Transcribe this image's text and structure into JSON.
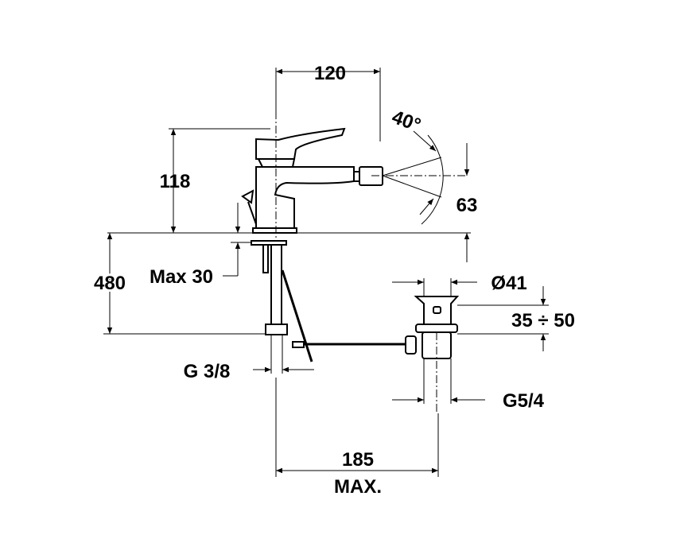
{
  "drawing": {
    "dimensions": {
      "spout_reach": "120",
      "spray_angle": "40°",
      "height_above_deck": "118",
      "aerator_height": "63",
      "hose_length": "480",
      "max_deck_thickness": "Max 30",
      "supply_connection": "G 3/8",
      "waste_diameter": "Ø41",
      "waste_height_range": "35 ÷ 50",
      "waste_thread": "G5/4",
      "rod_length": "185",
      "rod_length_note": "MAX."
    },
    "colors": {
      "line": "#000000",
      "background": "#ffffff"
    }
  }
}
